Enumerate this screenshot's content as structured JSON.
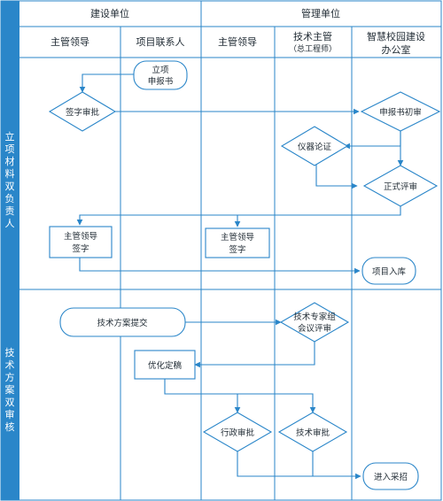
{
  "colors": {
    "primary": "#2a86c9",
    "text": "#1f2a33",
    "background": "#ffffff"
  },
  "header": {
    "group_left": "建设单位",
    "group_right": "管理单位",
    "columns": [
      "主管领导",
      "项目联系人",
      "主管领导",
      "技术主管",
      "（总工程师）",
      "智慧校园建设",
      "办公室"
    ]
  },
  "phases": [
    {
      "chars": [
        "立",
        "项",
        "材",
        "料",
        "双",
        "负",
        "责",
        "人"
      ]
    },
    {
      "chars": [
        "技",
        "术",
        "方",
        "案",
        "双",
        "审",
        "核"
      ]
    }
  ],
  "nodes": {
    "project_report": [
      "立项",
      "申报书"
    ],
    "sign_approve": "签字审批",
    "initial_review": "申报书初审",
    "equipment_demo": "仪器论证",
    "formal_review": "正式评审",
    "leader_sign_left": [
      "主管领导",
      "签字"
    ],
    "leader_sign_right": [
      "主管领导",
      "签字"
    ],
    "project_archive": "项目入库",
    "tech_plan_submit": "技术方案提交",
    "expert_review": [
      "技术专家组",
      "会议评审"
    ],
    "optimize_final": "优化定稿",
    "admin_approve": "行政审批",
    "tech_approve": "技术审批",
    "procurement": "进入采招"
  }
}
